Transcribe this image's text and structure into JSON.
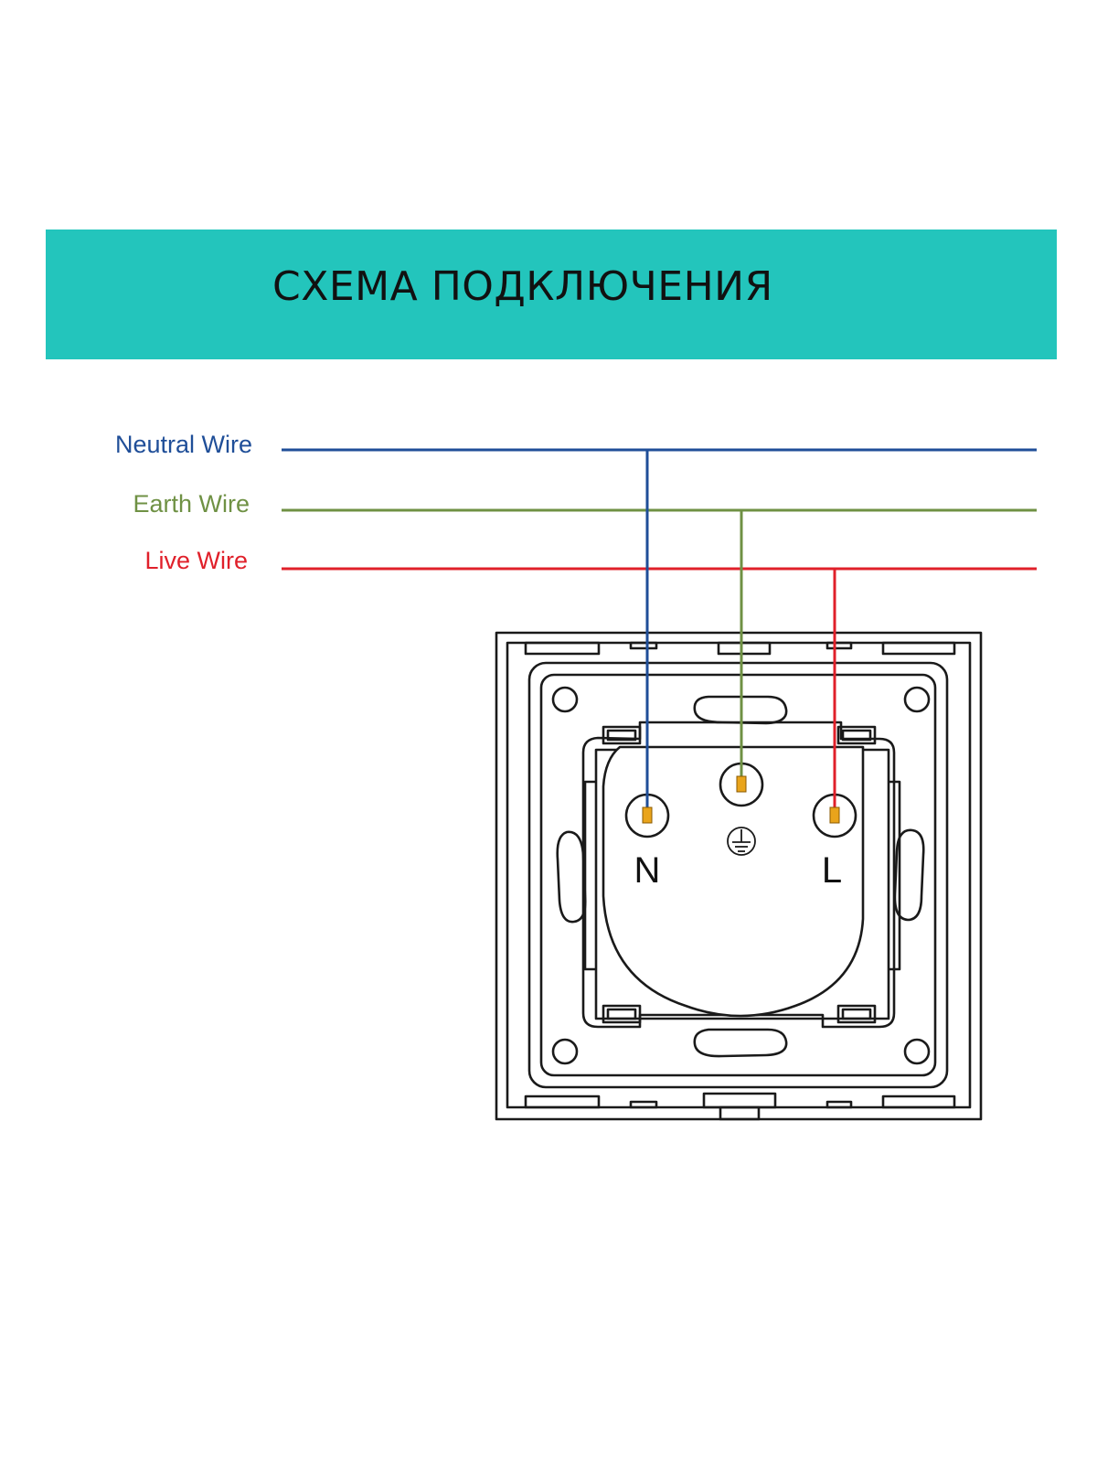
{
  "header": {
    "title": "СХЕМА ПОДКЛЮЧЕНИЯ",
    "background_color": "#23c5bc"
  },
  "wires": [
    {
      "id": "neutral",
      "label": "Neutral Wire",
      "color": "#1f4e98",
      "terminal": "N"
    },
    {
      "id": "earth",
      "label": "Earth Wire",
      "color": "#6f9144",
      "terminal": "earth"
    },
    {
      "id": "live",
      "label": "Live Wire",
      "color": "#e0202a",
      "terminal": "L"
    }
  ],
  "socket": {
    "terminal_labels": {
      "neutral": "N",
      "live": "L"
    },
    "earth_symbol": "earth-ground-icon",
    "pin_color": "#e9a41b"
  }
}
